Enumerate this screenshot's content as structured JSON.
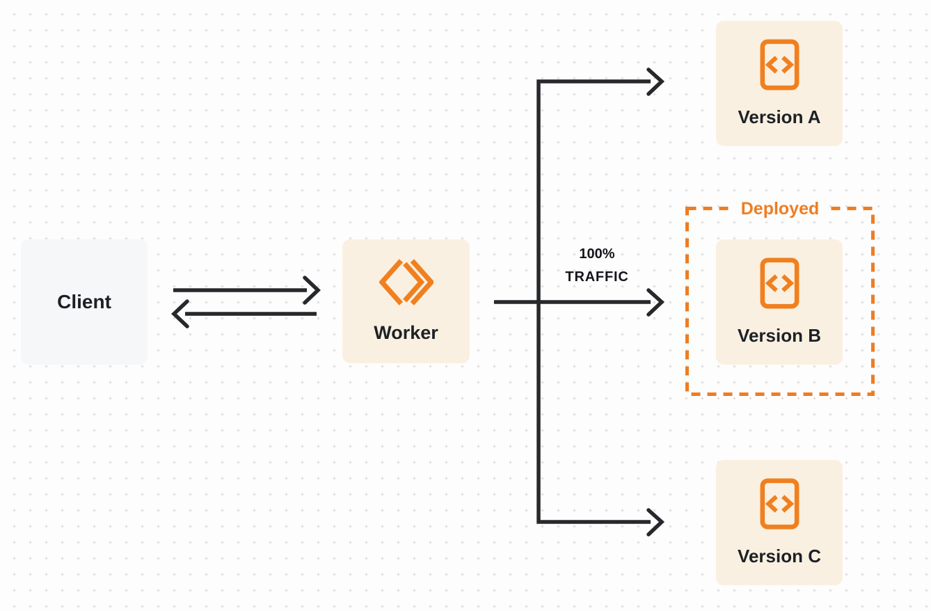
{
  "nodes": {
    "client": {
      "label": "Client"
    },
    "worker": {
      "label": "Worker",
      "icon": "workers-logo-icon"
    },
    "versions": [
      {
        "label": "Version A",
        "icon": "code-file-icon"
      },
      {
        "label": "Version B",
        "icon": "code-file-icon"
      },
      {
        "label": "Version C",
        "icon": "code-file-icon"
      }
    ]
  },
  "labels": {
    "deployed": "Deployed",
    "traffic_percent": "100%",
    "traffic_word": "TRAFFIC"
  },
  "edges": {
    "client_worker": "bidirectional-arrows",
    "worker_versions": "fan-out-arrows, 100% of traffic routed to Version B (deployed)"
  },
  "colors": {
    "accent_orange": "#f0801f",
    "deployed_orange": "#ee7d22",
    "node_cream": "#faf0e1",
    "node_gray": "#f6f7f8",
    "arrow_dark": "#26282b",
    "label_text": "#1d2126",
    "background": "#fdfdfd",
    "grid_dot": "#e3e3e3"
  }
}
